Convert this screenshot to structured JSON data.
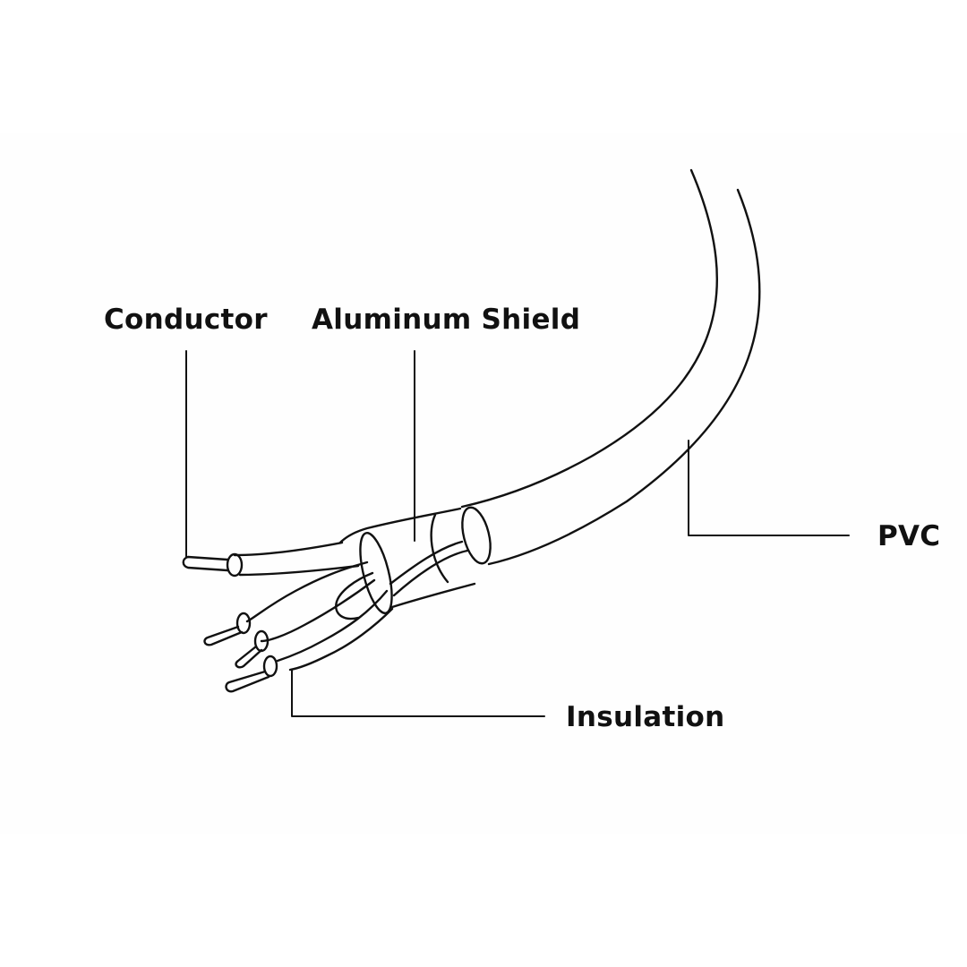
{
  "diagram": {
    "labels": {
      "conductor": "Conductor",
      "aluminum_shield": "Aluminum Shield",
      "pvc": "PVC",
      "insulation": "Insulation"
    },
    "colors": {
      "ink": "#111111",
      "background": "#ffffff",
      "panel": "#fefefe"
    }
  }
}
